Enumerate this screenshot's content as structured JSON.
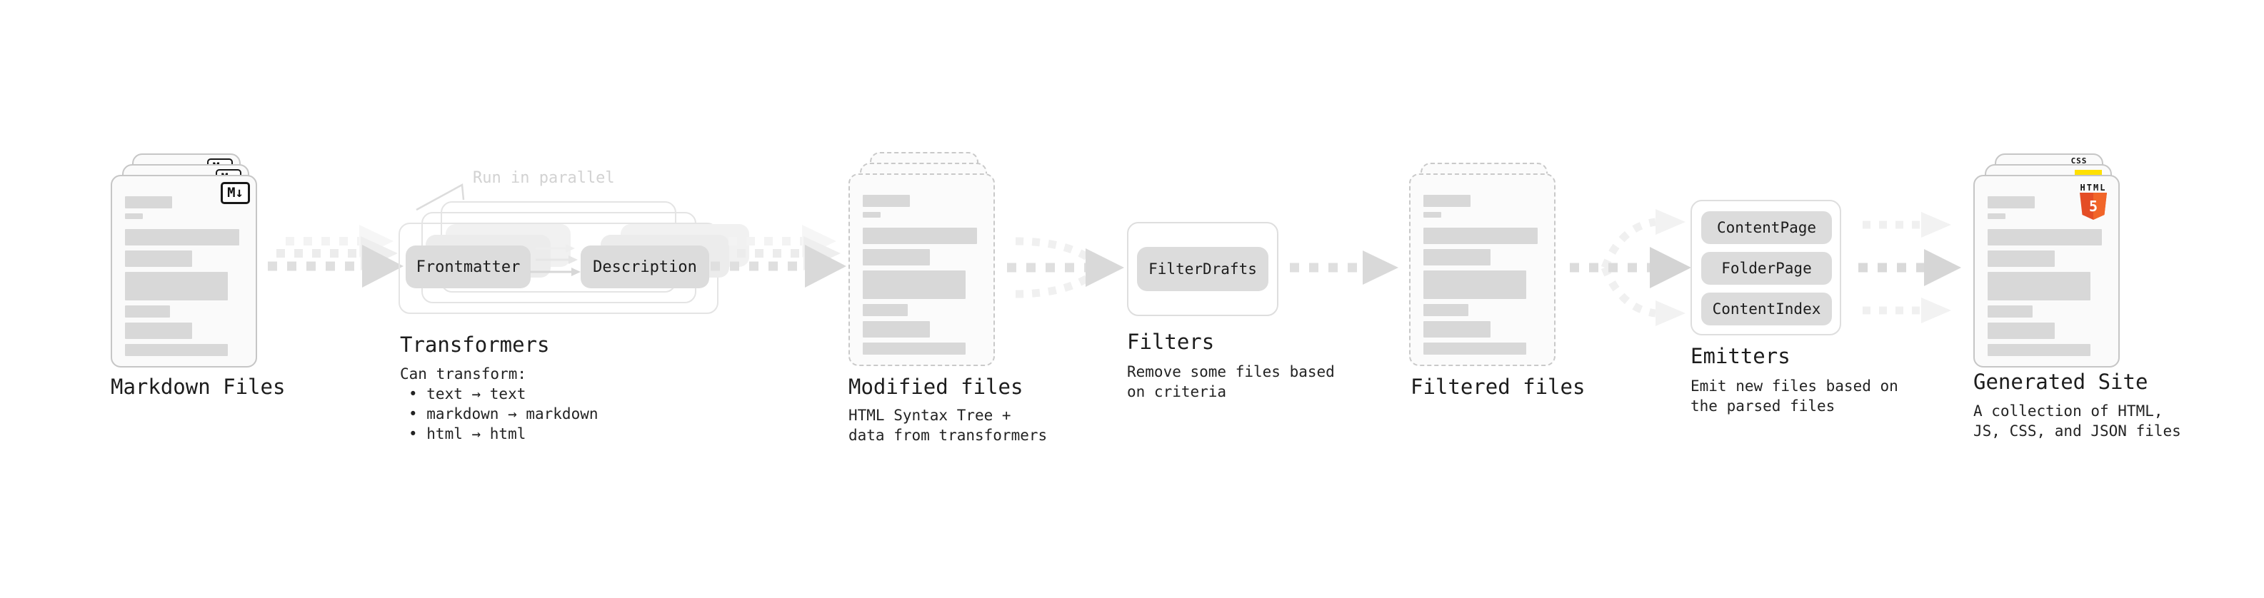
{
  "pipeline": {
    "markdown_files": {
      "label": "Markdown Files",
      "badge": "M↓"
    },
    "transformers": {
      "label": "Transformers",
      "callout": "Run in parallel",
      "pill_frontmatter": "Frontmatter",
      "pill_description": "Description",
      "note_title": "Can transform:",
      "note_items": [
        "• text → text",
        "• markdown → markdown",
        "• html → html"
      ]
    },
    "modified_files": {
      "label": "Modified files",
      "note_lines": [
        "HTML Syntax Tree +",
        "data from transformers"
      ]
    },
    "filters": {
      "label": "Filters",
      "pill": "FilterDrafts",
      "note_lines": [
        "Remove some files based",
        "on criteria"
      ]
    },
    "filtered_files": {
      "label": "Filtered files"
    },
    "emitters": {
      "label": "Emitters",
      "pills": [
        "ContentPage",
        "FolderPage",
        "ContentIndex"
      ],
      "note_lines": [
        "Emit new files based on",
        "the parsed files"
      ]
    },
    "generated_site": {
      "label": "Generated Site",
      "badge_css": "CSS",
      "badge_html": "HTML",
      "badge_html_number": "5",
      "note_lines": [
        "A collection of HTML,",
        "JS, CSS, and JSON files"
      ]
    }
  },
  "colors": {
    "html5_orange": "#e44d26",
    "html5_orange_light": "#f16529",
    "js_yellow": "#ffe000",
    "css_blue": "#2965f1",
    "arrow_gray": "#d9d9d9",
    "arrow_faint": "#f0f0f0",
    "bar_gray": "#d8d8d8"
  }
}
